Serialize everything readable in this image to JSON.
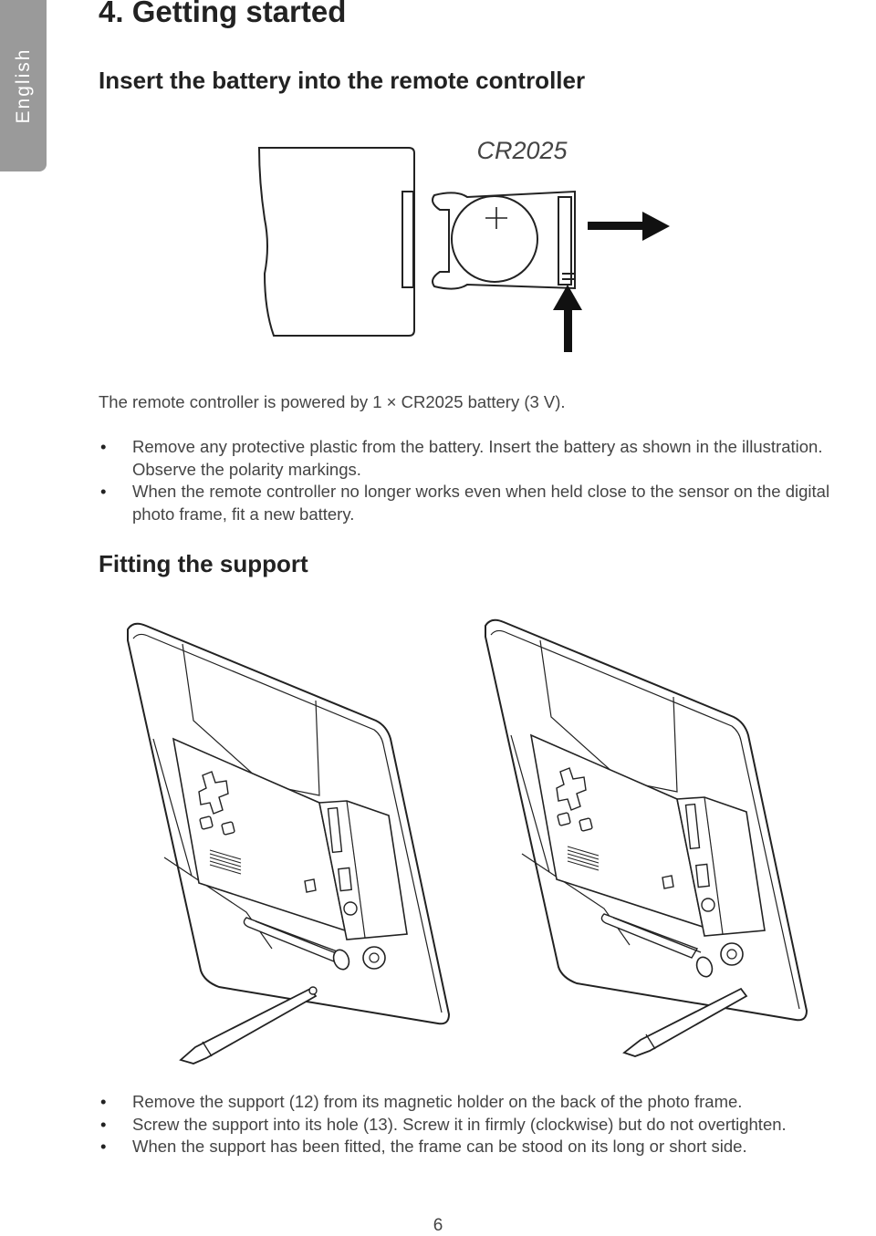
{
  "sidebar": {
    "language": "English"
  },
  "heading": "4. Getting started",
  "section1": {
    "title": "Insert the battery into the remote controller",
    "battery_label": "CR2025",
    "intro": "The remote controller is powered by 1 × CR2025 battery (3 V).",
    "bullets": [
      "Remove any protective plastic from the battery. Insert the battery as shown in the illustration. Observe the polarity markings.",
      "When the remote controller no longer works even when held close to the sensor on the digital photo frame, fit a new battery."
    ]
  },
  "section2": {
    "title": "Fitting the support",
    "bullets": [
      "Remove the support (12) from its magnetic holder on the back of the photo frame.",
      "Screw the support into its hole (13). Screw it in firmly (clockwise) but do not overtighten.",
      "When the support has been fitted, the frame can be stood on its long or short side."
    ]
  },
  "footer": {
    "page_number": "6"
  }
}
